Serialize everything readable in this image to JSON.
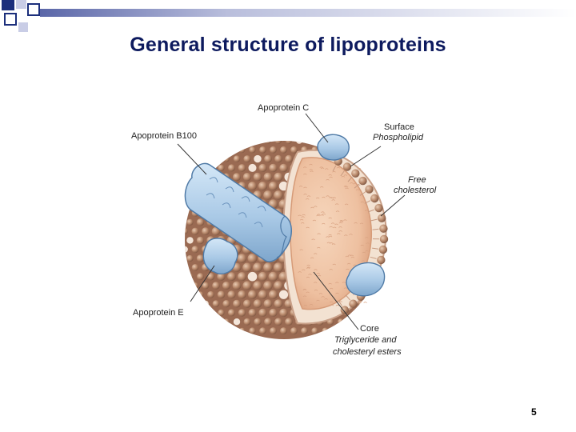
{
  "slide": {
    "title": "General structure of lipoproteins",
    "page_number": "5"
  },
  "colors": {
    "title": "#0d1a5e",
    "deco_dark": "#1c2f7c",
    "deco_light": "#c9cde6",
    "apoprotein": "#a9c9e6",
    "phospholipid_head": "#b98a6c",
    "core": "#efc6a6"
  },
  "diagram": {
    "labels": {
      "apoprotein_c": "Apoprotein C",
      "apoprotein_b100": "Apoprotein B100",
      "surface": "Surface",
      "phospholipid": "Phospholipid",
      "free": "Free",
      "cholesterol": "cholesterol",
      "apoprotein_e": "Apoprotein E",
      "core": "Core",
      "triglyceride": "Triglyceride and",
      "cholesteryl": "cholesteryl esters"
    }
  }
}
